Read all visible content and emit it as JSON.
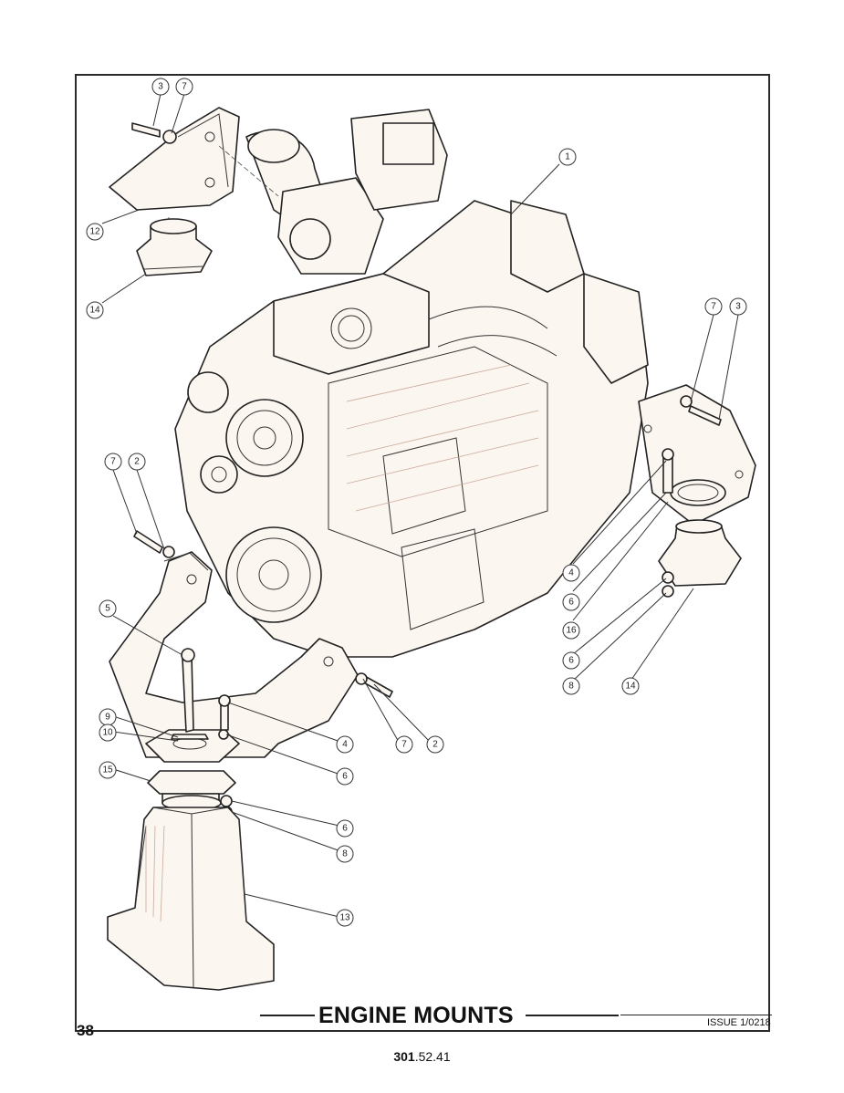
{
  "page": {
    "title": "ENGINE MOUNTS",
    "page_number": "38",
    "issue": "ISSUE 1/0218",
    "doc_number_bold": "301",
    "doc_number_rest": ".52.41"
  },
  "callouts": [
    "3",
    "7",
    "1",
    "12",
    "14",
    "7",
    "3",
    "7",
    "2",
    "4",
    "6",
    "16",
    "6",
    "8",
    "14",
    "5",
    "9",
    "10",
    "4",
    "7",
    "2",
    "6",
    "15",
    "6",
    "8",
    "13"
  ],
  "colors": {
    "line": "#222222",
    "shade": "#c9a99a",
    "paper": "#fcf6f0"
  }
}
